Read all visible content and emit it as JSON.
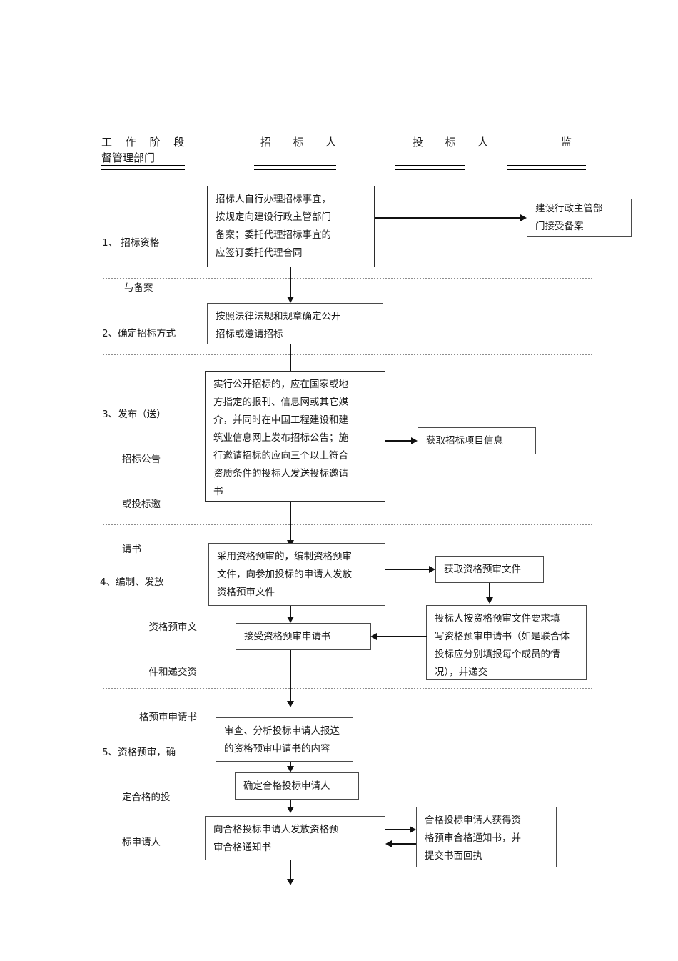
{
  "header": {
    "columns": [
      {
        "id": "stage",
        "label": "工 作 阶 段"
      },
      {
        "id": "tenderee",
        "label": "招  标  人"
      },
      {
        "id": "bidder",
        "label": "投  标  人"
      },
      {
        "id": "supervisor",
        "label": "监"
      }
    ],
    "second_line": "督管理部门"
  },
  "stages": [
    {
      "id": "stage-1",
      "lines": [
        "1、 招标资格",
        "与备案"
      ]
    },
    {
      "id": "stage-2",
      "lines": [
        "2、确定招标方式"
      ]
    },
    {
      "id": "stage-3",
      "lines": [
        "3、发布（送）",
        "招标公告",
        "或投标邀",
        "请书"
      ]
    },
    {
      "id": "stage-4",
      "lines": [
        "4、编制、发放",
        "资格预审文",
        "件和递交资",
        "格预审申请书"
      ]
    },
    {
      "id": "stage-5",
      "lines": [
        "5、资格预审，确",
        "定合格的投",
        "标申请人"
      ]
    }
  ],
  "nodes": {
    "n1_tenderee": "招标人自行办理招标事宜，\n按规定向建设行政主管部门\n备案；委托代理招标事宜的\n应签订委托代理合同",
    "n1_supervisor": "建设行政主管部\n门接受备案",
    "n2_tenderee": "按照法律法规和规章确定公开\n招标或邀请招标",
    "n3_tenderee": "实行公开招标的，应在国家或地\n方指定的报刊、信息网或其它媒\n介，并同时在中国工程建设和建\n筑业信息网上发布招标公告；施\n行邀请招标的应向三个以上符合\n资质条件的投标人发送投标邀请\n书",
    "n3_bidder": "获取招标项目信息",
    "n4_tenderee": "采用资格预审的，编制资格预审\n文件，向参加投标的申请人发放\n资格预审文件",
    "n4_bidder_top": "获取资格预审文件",
    "n4_bidder_bottom": "投标人按资格预审文件要求填\n写资格预审申请书（如是联合体\n投标应分别填报每个成员的情\n况），并递交",
    "n4_accept": "接受资格预审申请书",
    "n5_review": "审查、分析投标申请人报送\n的资格预审申请书的内容",
    "n5_confirm": "确定合格投标申请人",
    "n5_issue": "向合格投标申请人发放资格预\n审合格通知书",
    "n5_bidder": "合格投标申请人获得资\n格预审合格通知书，并\n提交书面回执"
  },
  "colors": {
    "line": "#111111",
    "box_border": "#4a4a4a",
    "separator": "#8d8d8d",
    "text": "#1a1a1a",
    "background": "#ffffff"
  }
}
